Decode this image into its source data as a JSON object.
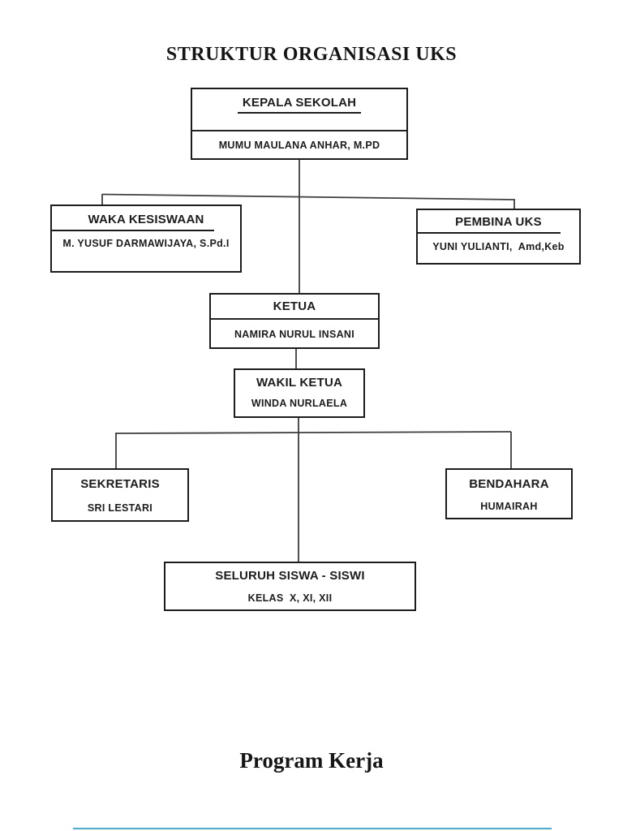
{
  "title": "STRUKTUR ORGANISASI UKS",
  "footer": "Program Kerja",
  "nodes": {
    "kepala": {
      "role": "KEPALA SEKOLAH",
      "name": "MUMU MAULANA ANHAR, M.PD"
    },
    "waka": {
      "role": "WAKA KESISWAAN",
      "name": "M. YUSUF DARMAWIJAYA, S.Pd.I"
    },
    "pembina": {
      "role": "PEMBINA UKS",
      "name": "YUNI YULIANTI,  Amd,Keb"
    },
    "ketua": {
      "role": "KETUA",
      "name": "NAMIRA NURUL INSANI"
    },
    "wakil": {
      "role": "WAKIL KETUA",
      "name": "WINDA NURLAELA"
    },
    "sekretaris": {
      "role": "SEKRETARIS",
      "name": "SRI LESTARI"
    },
    "bendahara": {
      "role": "BENDAHARA",
      "name": "HUMAIRAH"
    },
    "seluruh": {
      "role": "SELURUH SISWA - SISWI",
      "name": "KELAS  X, XI, XII"
    }
  },
  "colors": {
    "box_border": "#1c1c1c",
    "connector_line": "#3d3d3d",
    "text": "#1c1c1c",
    "background": "#ffffff",
    "bottom_edge_line": "#45aede"
  }
}
